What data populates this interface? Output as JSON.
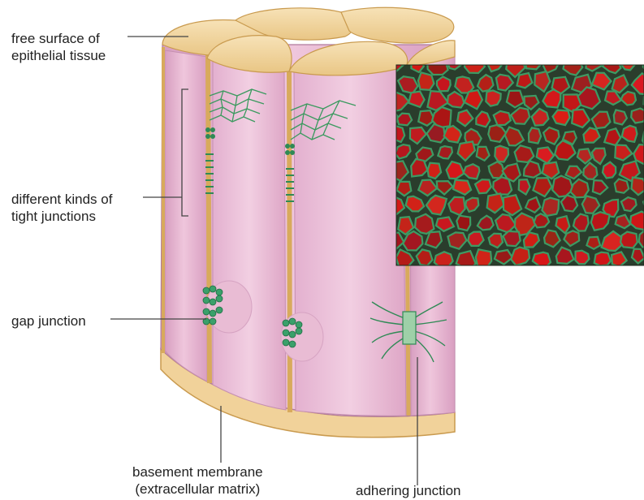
{
  "labels": {
    "free_surface_line1": "free surface of",
    "free_surface_line2": "epithelial tissue",
    "tight_line1": "different kinds of",
    "tight_line2": "tight junctions",
    "gap": "gap junction",
    "basement_line1": "basement membrane",
    "basement_line2": "(extracellular matrix)",
    "adhering": "adhering junction"
  },
  "colors": {
    "cell_pink": "#e8b4d0",
    "cell_pink_dark": "#c98fb1",
    "top_tan": "#f3d49c",
    "membrane_tan": "#e2b86a",
    "junction_green": "#2f8f5a",
    "micrograph_red": "#c81e1e",
    "micrograph_green": "#3e9a63"
  },
  "icons": {
    "tight_junction": "green-mesh-strands",
    "gap_junction": "green-channel-cluster",
    "adhering_junction": "green-plaque-with-filaments"
  }
}
